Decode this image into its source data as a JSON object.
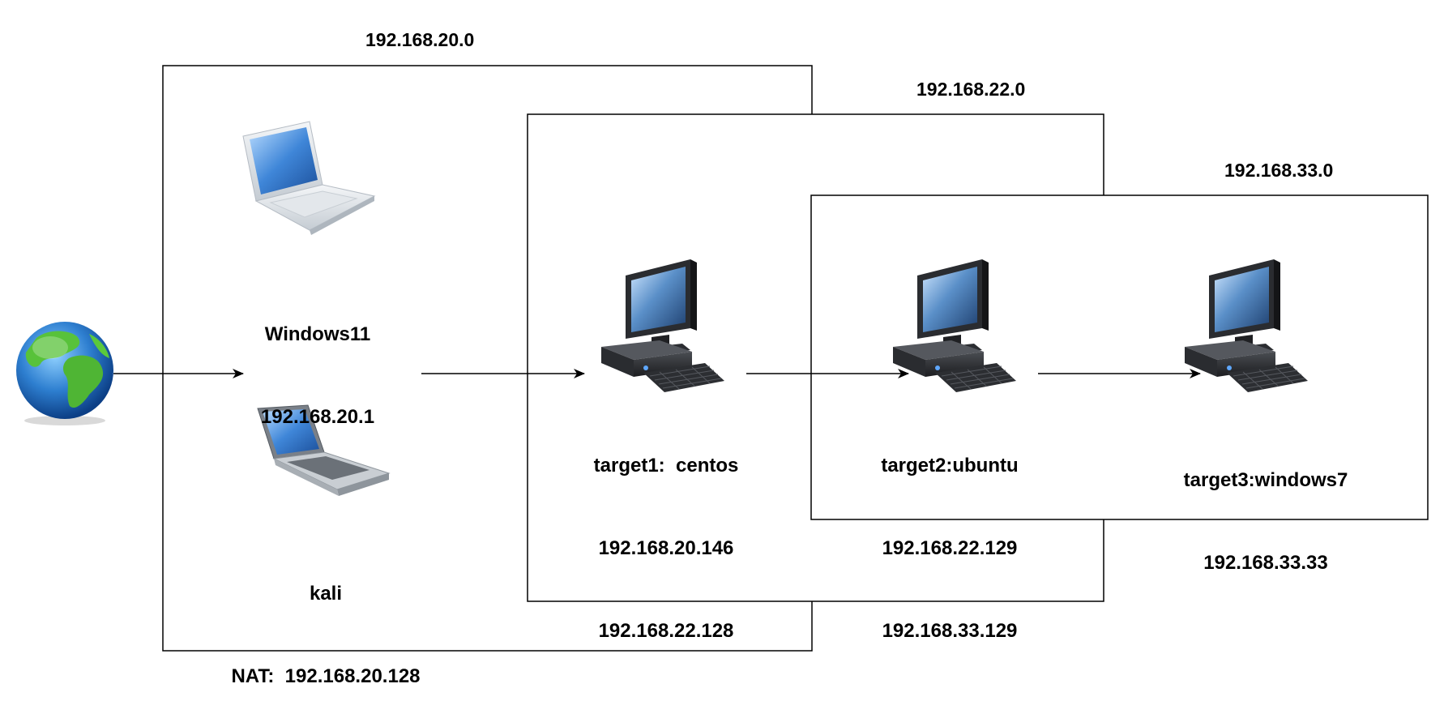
{
  "networks": [
    {
      "id": "net20",
      "label": "192.168.20.0"
    },
    {
      "id": "net22",
      "label": "192.168.22.0"
    },
    {
      "id": "net33",
      "label": "192.168.33.0"
    }
  ],
  "nodes": {
    "windows11": {
      "name": "Windows11",
      "ip": "192.168.20.1",
      "icon": "laptop-icon"
    },
    "kali": {
      "name": "kali",
      "ip": "NAT:  192.168.20.128",
      "icon": "netbook-icon"
    },
    "target1": {
      "name": "target1:  centos",
      "ip1": "192.168.20.146",
      "ip2": "192.168.22.128",
      "icon": "desktop-computer-icon"
    },
    "target2": {
      "name": "target2:ubuntu",
      "ip1": "192.168.22.129",
      "ip2": "192.168.33.129",
      "icon": "desktop-computer-icon"
    },
    "target3": {
      "name": "target3:windows7",
      "ip1": "192.168.33.33",
      "icon": "desktop-computer-icon"
    }
  },
  "internet": {
    "icon": "globe-icon"
  },
  "colors": {
    "line": "#000000",
    "background": "#ffffff"
  }
}
